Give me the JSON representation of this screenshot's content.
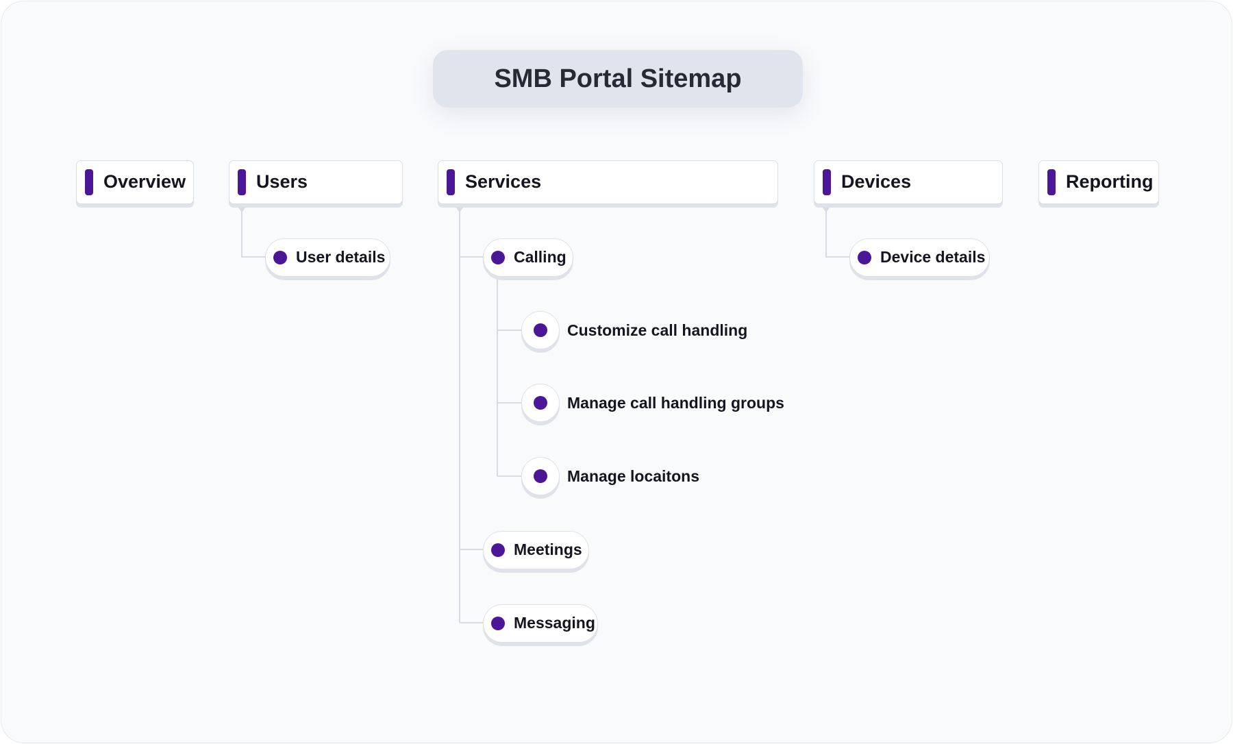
{
  "title": "SMB Portal Sitemap",
  "colors": {
    "accent": "#4b1697",
    "title_background": "#dfe4ed",
    "canvas_background": "#f9fafc",
    "connector": "#d8dbe2"
  },
  "sections": [
    {
      "label": "Overview"
    },
    {
      "label": "Users",
      "children": [
        {
          "label": "User details"
        }
      ]
    },
    {
      "label": "Services",
      "children": [
        {
          "label": "Calling",
          "children": [
            {
              "label": "Customize call handling"
            },
            {
              "label": "Manage call handling groups"
            },
            {
              "label": "Manage locaitons"
            }
          ]
        },
        {
          "label": "Meetings"
        },
        {
          "label": "Messaging"
        }
      ]
    },
    {
      "label": "Devices",
      "children": [
        {
          "label": "Device details"
        }
      ]
    },
    {
      "label": "Reporting"
    }
  ]
}
